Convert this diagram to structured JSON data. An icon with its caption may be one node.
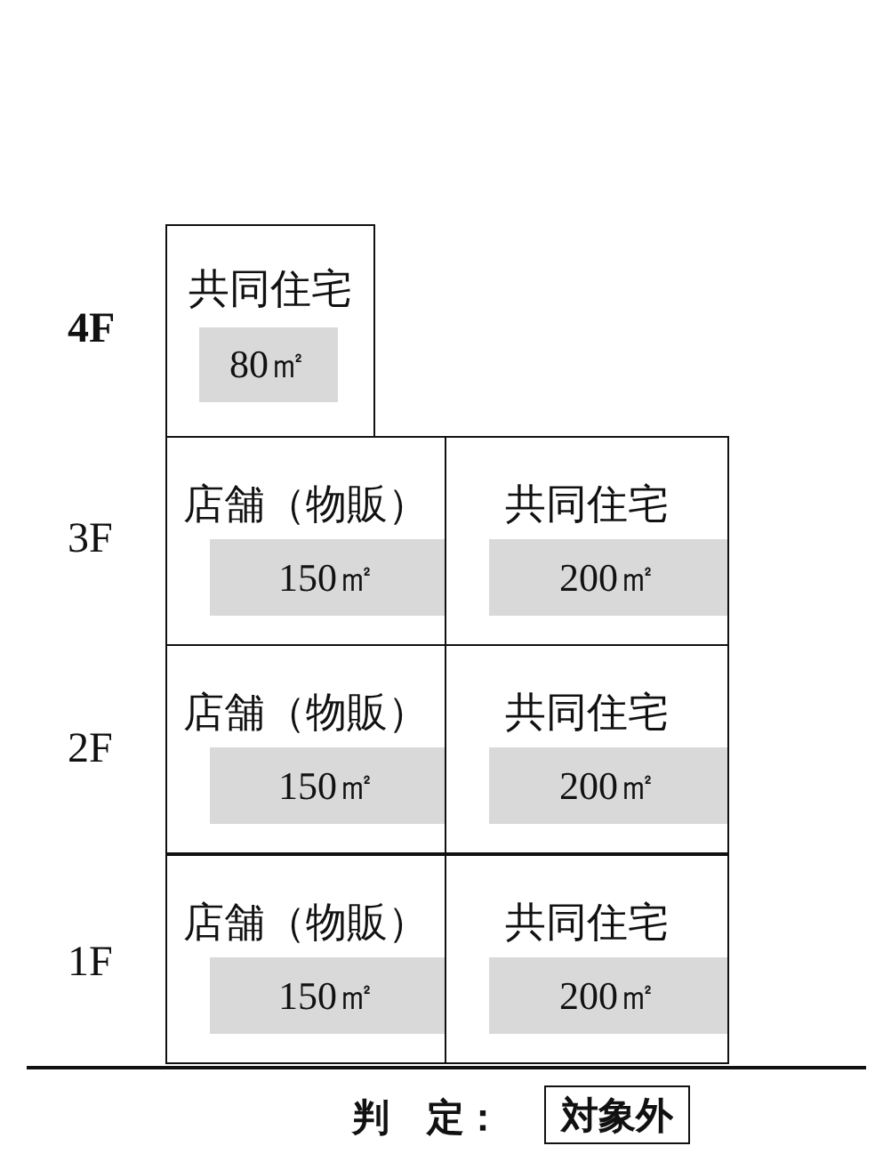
{
  "diagram": {
    "nodes": [
      {
        "text": [
          "共同住宅",
          "80㎡"
        ]
      },
      {
        "text": [
          "店舗（物販）",
          "150㎡"
        ]
      },
      {
        "text": [
          "共同住宅",
          "200㎡"
        ]
      },
      {
        "text": [
          "店舗（物販）",
          "150㎡"
        ]
      },
      {
        "text": [
          "共同住宅",
          "200㎡"
        ]
      },
      {
        "text": [
          "店舗（物販）",
          "150㎡"
        ]
      },
      {
        "text": [
          "共同住宅",
          "200㎡"
        ]
      },
      {
        "text": [
          "対象外"
        ]
      }
    ],
    "labels": [
      "4F",
      "3F",
      "2F",
      "1F",
      "判　定："
    ]
  }
}
